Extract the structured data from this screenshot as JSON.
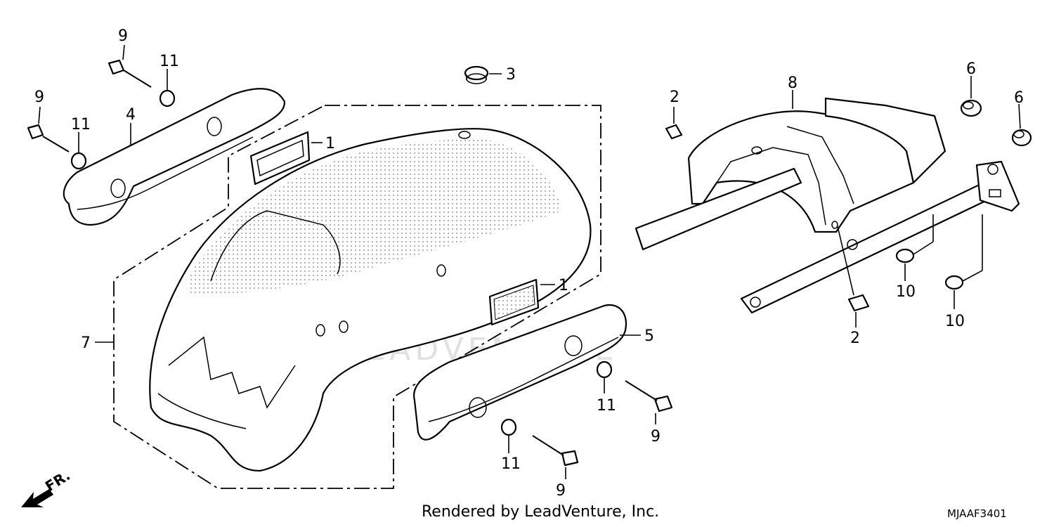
{
  "callouts": [
    {
      "id": "c9a",
      "text": "9"
    },
    {
      "id": "c11a",
      "text": "11"
    },
    {
      "id": "c9b",
      "text": "9"
    },
    {
      "id": "c11b",
      "text": "11"
    },
    {
      "id": "c4",
      "text": "4"
    },
    {
      "id": "c3",
      "text": "3"
    },
    {
      "id": "c1a",
      "text": "1"
    },
    {
      "id": "c1b",
      "text": "1"
    },
    {
      "id": "c7",
      "text": "7"
    },
    {
      "id": "c5",
      "text": "5"
    },
    {
      "id": "c11c",
      "text": "11"
    },
    {
      "id": "c9c",
      "text": "9"
    },
    {
      "id": "c11d",
      "text": "11"
    },
    {
      "id": "c9d",
      "text": "9"
    },
    {
      "id": "c2a",
      "text": "2"
    },
    {
      "id": "c8",
      "text": "8"
    },
    {
      "id": "c6a",
      "text": "6"
    },
    {
      "id": "c6b",
      "text": "6"
    },
    {
      "id": "c10a",
      "text": "10"
    },
    {
      "id": "c10b",
      "text": "10"
    },
    {
      "id": "c2b",
      "text": "2"
    }
  ],
  "front_marker": "FR.",
  "watermark": "LEADVENTURE",
  "footer": {
    "credit": "Rendered by LeadVenture, Inc.",
    "diagram_code": "MJAAF3401"
  }
}
